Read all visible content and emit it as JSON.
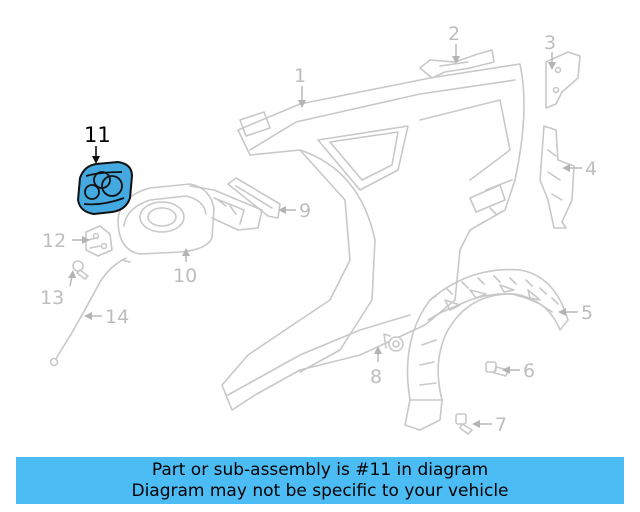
{
  "callouts": {
    "n1": "1",
    "n2": "2",
    "n3": "3",
    "n4": "4",
    "n5": "5",
    "n6": "6",
    "n7": "7",
    "n8": "8",
    "n9": "9",
    "n10": "10",
    "n11": "11",
    "n12": "12",
    "n13": "13",
    "n14": "14"
  },
  "highlight": {
    "part": "11",
    "color": "#43a9e0"
  },
  "banner": {
    "line1": "Part or sub-assembly is #11 in diagram",
    "line2": "Diagram may not be specific to your vehicle",
    "color": "#4cbcf4"
  }
}
